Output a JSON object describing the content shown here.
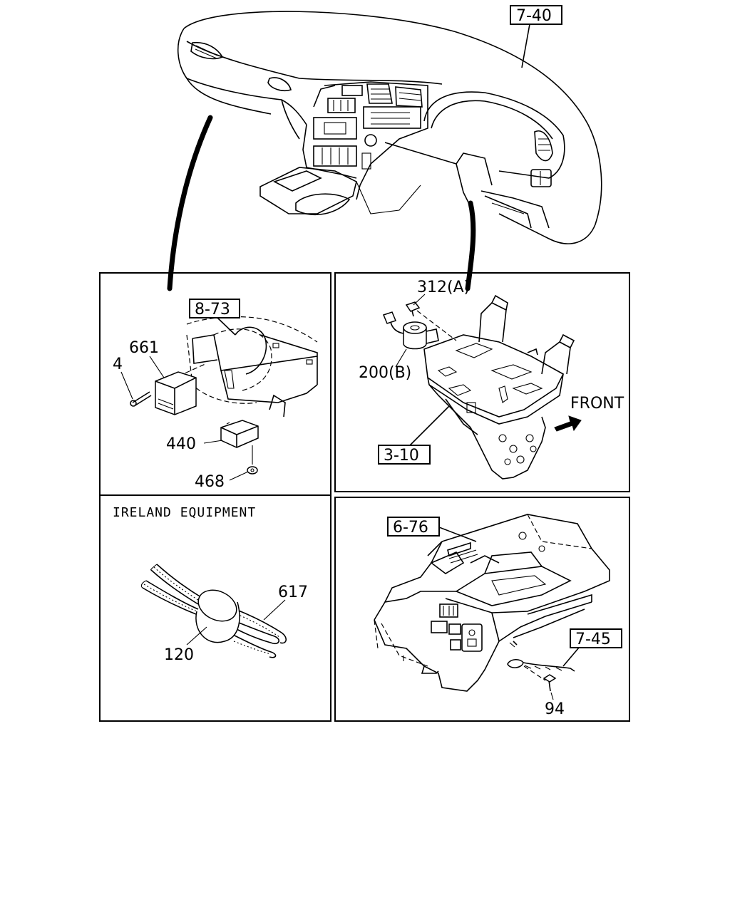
{
  "diagram": {
    "refs": {
      "dash_ref": "7-40",
      "panel1_ref": "8-73",
      "panel2_ref": "3-10",
      "panel4_ref1": "6-76",
      "panel4_ref2": "7-45"
    },
    "parts": {
      "p661": "661",
      "p4": "4",
      "p440": "440",
      "p468": "468",
      "p312": "312(A)",
      "p200": "200(B)",
      "p617": "617",
      "p120": "120",
      "p94": "94"
    },
    "labels": {
      "front": "FRONT",
      "ireland": "IRELAND EQUIPMENT"
    }
  }
}
